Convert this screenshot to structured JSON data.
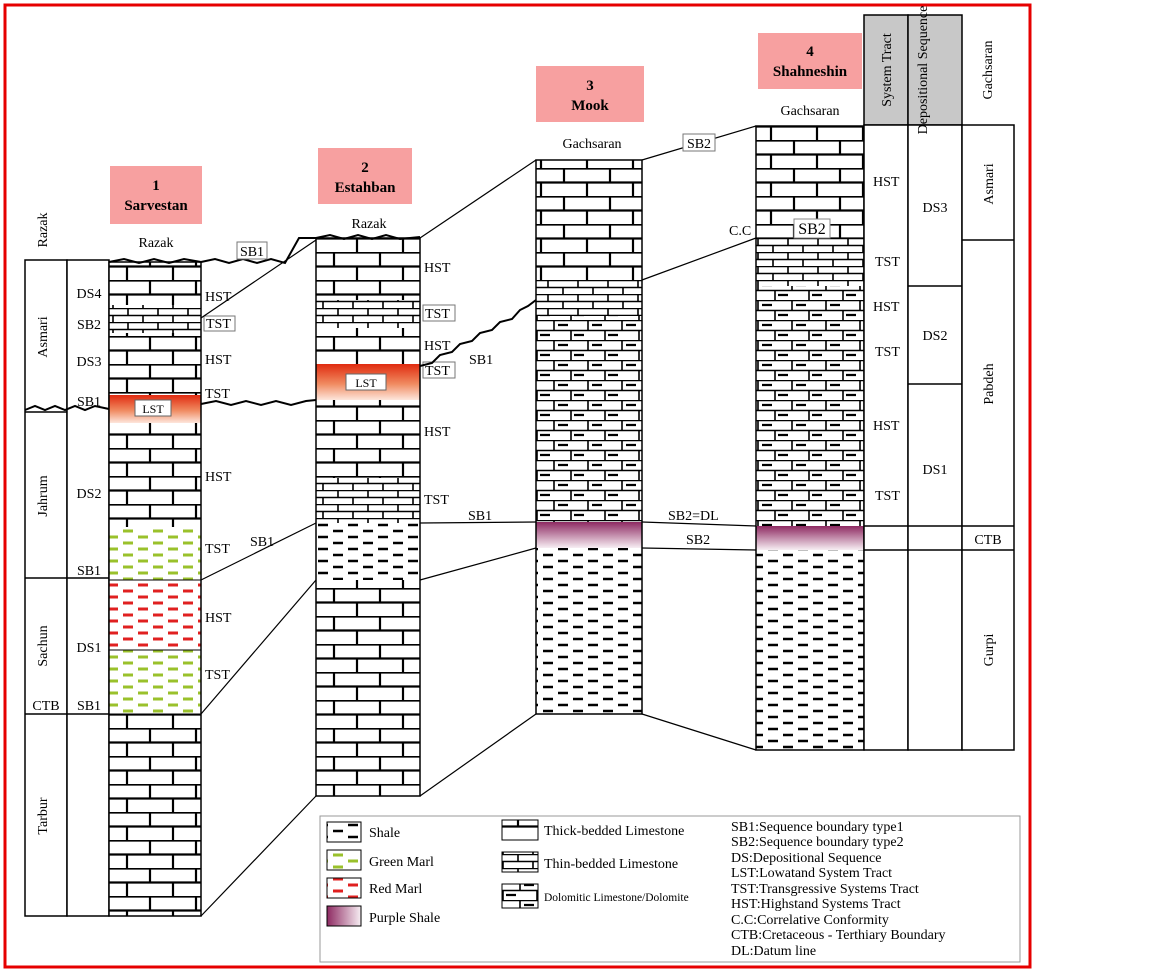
{
  "wells": [
    {
      "number": "1",
      "name": "Sarvestan",
      "top": "Razak"
    },
    {
      "number": "2",
      "name": "Estahban",
      "top": "Razak"
    },
    {
      "number": "3",
      "name": "Mook",
      "top": "Gachsaran"
    },
    {
      "number": "4",
      "name": "Shahneshin",
      "top": "Gachsaran"
    }
  ],
  "well1": {
    "formations": [
      "Razak",
      "Asmari",
      "Jahrum",
      "Sachun",
      "Tarbur"
    ],
    "sequences": [
      "DS4",
      "SB2",
      "DS3",
      "SB1",
      "DS2",
      "SB1",
      "DS1",
      "CTB",
      "SB1"
    ],
    "tracts": [
      "HST",
      "TST",
      "HST",
      "TST",
      "LST",
      "HST",
      "TST",
      "HST",
      "TST"
    ]
  },
  "well2": {
    "tracts": [
      "HST",
      "TST",
      "HST",
      "TST",
      "LST",
      "HST",
      "TST"
    ]
  },
  "well4": {
    "tracts": [
      "HST",
      "TST",
      "HST",
      "TST",
      "HST",
      "TST"
    ],
    "cc_label": "C.C",
    "sb2_label": "SB2"
  },
  "correlation": {
    "sb1": "SB1",
    "sb2": "SB2",
    "sb2_dl": "SB2=DL"
  },
  "table": {
    "header_system_tract": "System Tract",
    "header_depositional_sequence": "Depositional Sequence",
    "header_formation": "Gachsaran",
    "sequences": [
      "DS3",
      "DS2",
      "DS1"
    ],
    "formations": [
      "Asmari",
      "Pabdeh",
      "CTB",
      "Gurpi"
    ]
  },
  "legend": {
    "lithology": [
      "Shale",
      "Green Marl",
      "Red Marl",
      "Purple Shale"
    ],
    "limestones": [
      "Thick-bedded Limestone",
      "Thin-bedded Limestone",
      "Dolomitic Limestone/Dolomite"
    ],
    "abbreviations": [
      "SB1:Sequence boundary type1",
      "SB2:Sequence boundary type2",
      "DS:Depositional Sequence",
      "LST:Lowatand System Tract",
      "TST:Transgressive Systems Tract",
      "HST:Highstand Systems Tract",
      "C.C:Correlative Conformity",
      "CTB:Cretaceous - Terthiary Boundary",
      "DL:Datum line"
    ]
  }
}
